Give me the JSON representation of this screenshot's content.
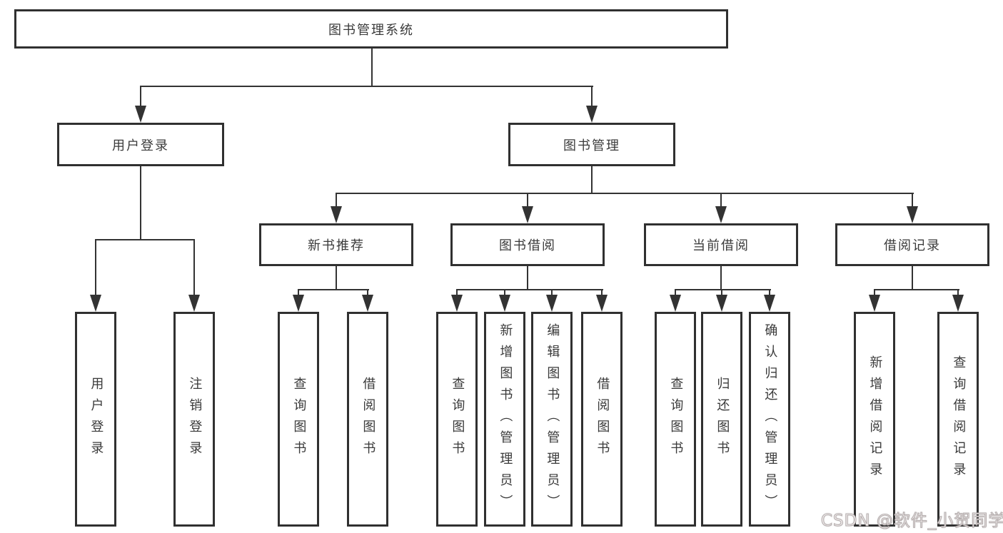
{
  "colors": {
    "line": "#333333",
    "border": "#303030",
    "node_text": "#3a3a3a",
    "background": "#ffffff",
    "watermark_text": "#b5acac"
  },
  "nodes": {
    "root": {
      "label": "图书管理系统"
    },
    "user_login_branch": {
      "label": "用户登录"
    },
    "book_mgmt_branch": {
      "label": "图书管理"
    },
    "new_book_rec": {
      "label": "新书推荐"
    },
    "book_borrowing": {
      "label": "图书借阅"
    },
    "current_borrowing": {
      "label": "当前借阅"
    },
    "borrowing_records": {
      "label": "借阅记录"
    },
    "leaf_user_login": {
      "label": "用户登录"
    },
    "leaf_logout": {
      "label": "注销登录"
    },
    "leaf_rec_query_books": {
      "label": "查询图书"
    },
    "leaf_rec_borrow_books": {
      "label": "借阅图书"
    },
    "leaf_borrow_query_books": {
      "label": "查询图书"
    },
    "leaf_borrow_add_books": {
      "label": "新增图书（管理员）"
    },
    "leaf_borrow_edit_books": {
      "label": "编辑图书（管理员）"
    },
    "leaf_borrow_borrow_books": {
      "label": "借阅图书"
    },
    "leaf_current_query_books": {
      "label": "查询图书"
    },
    "leaf_current_return_books": {
      "label": "归还图书"
    },
    "leaf_current_confirm_return": {
      "label": "确认归还（管理员）"
    },
    "leaf_records_add_record": {
      "label": "新增借阅记录"
    },
    "leaf_records_query_record": {
      "label": "查询借阅记录"
    }
  },
  "watermark": {
    "text": "CSDN @软件_小贺同学"
  }
}
